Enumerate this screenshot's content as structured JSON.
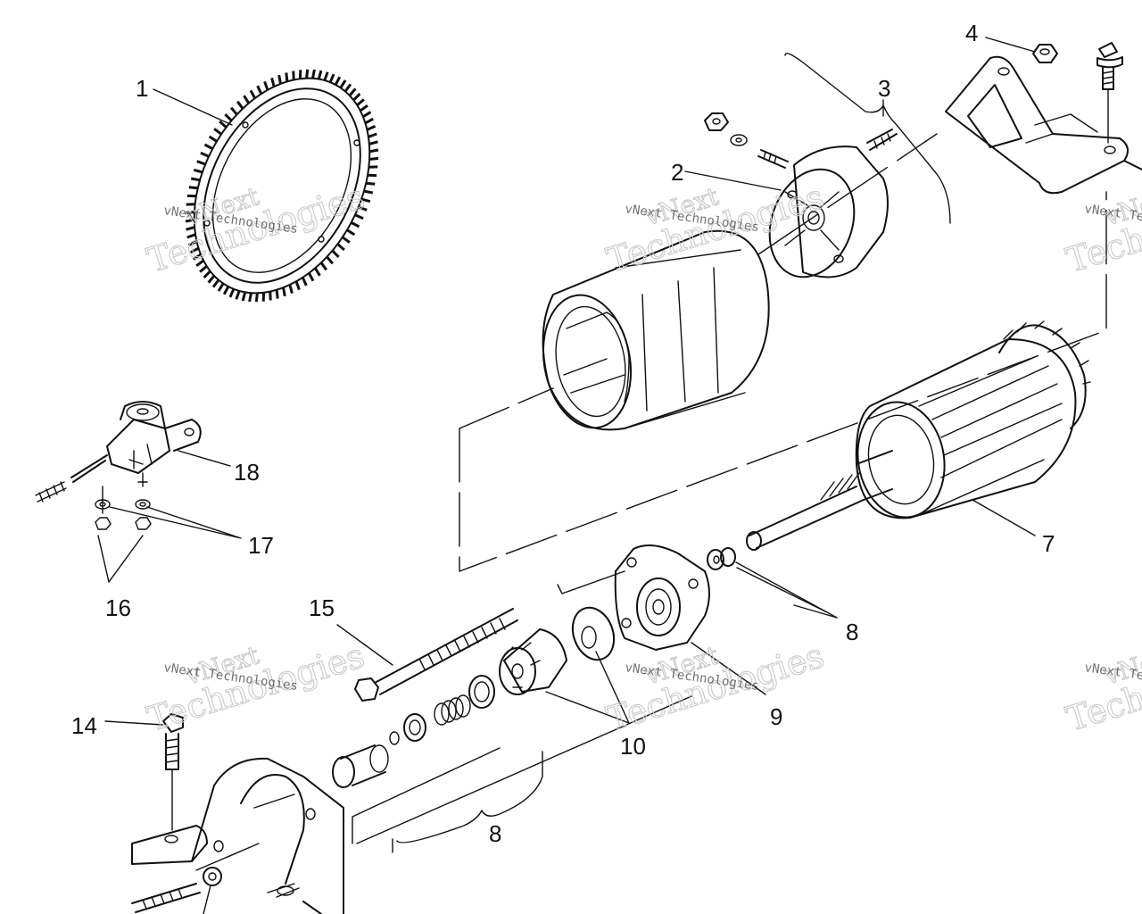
{
  "watermark": {
    "brand_line": "vNext Technologies",
    "big_word_1": "vNext",
    "big_word_2": "Technologies"
  },
  "callouts": [
    {
      "id": "1",
      "text": "1"
    },
    {
      "id": "2",
      "text": "2"
    },
    {
      "id": "3",
      "text": "3"
    },
    {
      "id": "4",
      "text": "4"
    },
    {
      "id": "7",
      "text": "7"
    },
    {
      "id": "8a",
      "text": "8"
    },
    {
      "id": "8b",
      "text": "8"
    },
    {
      "id": "9",
      "text": "9"
    },
    {
      "id": "10",
      "text": "10"
    },
    {
      "id": "14",
      "text": "14"
    },
    {
      "id": "15",
      "text": "15"
    },
    {
      "id": "16",
      "text": "16"
    },
    {
      "id": "17",
      "text": "17"
    },
    {
      "id": "18",
      "text": "18"
    }
  ]
}
